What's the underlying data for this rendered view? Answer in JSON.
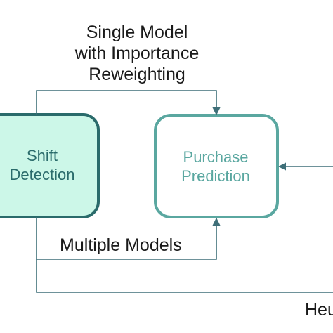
{
  "nodes": {
    "shift_detection": {
      "lines": [
        "Shift",
        "Detection"
      ]
    },
    "purchase_prediction": {
      "lines": [
        "Purchase",
        "Prediction"
      ]
    }
  },
  "edges": {
    "single_model": {
      "lines": [
        "Single Model",
        "with Importance",
        "Reweighting"
      ]
    },
    "multiple_models": {
      "label": "Multiple Models"
    },
    "heuristic": {
      "label": "Heu"
    }
  },
  "colors": {
    "shift_fill": "#ccf7e8",
    "shift_border": "#2a6b6b",
    "purchase_fill": "#ffffff",
    "purchase_border": "#5aa7a0",
    "arrow": "#3e6f78"
  }
}
